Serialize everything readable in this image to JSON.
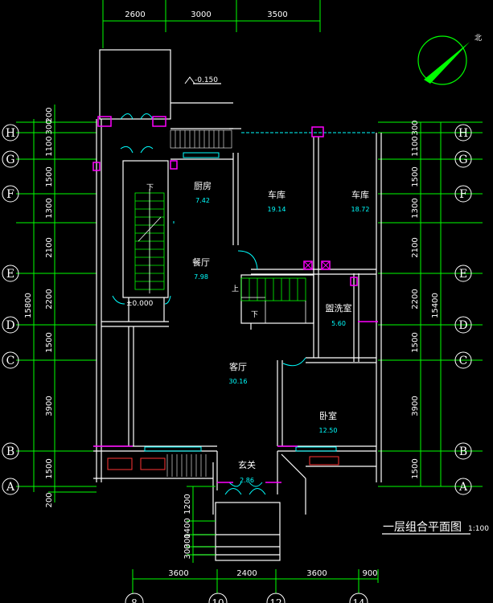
{
  "title": "一层组合平面图",
  "scale": "1:100",
  "north": "北",
  "elevation_outside": "-0.150",
  "elevation_inside": "±0.000",
  "stair_down": "下",
  "stair_up": "上",
  "top_dims": [
    "2600",
    "3000",
    "3500"
  ],
  "bottom_dims": [
    "3600",
    "2400",
    "3600",
    "900"
  ],
  "left_dims": [
    "200",
    "300",
    "1100",
    "1500",
    "1300",
    "2100",
    "2200",
    "1500",
    "3900",
    "1500",
    "200"
  ],
  "left_total": "15800",
  "right_dims": [
    "300",
    "1100",
    "1500",
    "1300",
    "2100",
    "2200",
    "1500",
    "3900",
    "1500"
  ],
  "right_total": "15400",
  "entry_dims": [
    "1200",
    "1400",
    "300",
    "300"
  ],
  "row_axes": [
    "H",
    "G",
    "F",
    "E",
    "D",
    "C",
    "B",
    "A"
  ],
  "col_axes": [
    "8",
    "10",
    "12",
    "14"
  ],
  "rooms": [
    {
      "name": "厨房",
      "area": "7.42"
    },
    {
      "name": "车库",
      "area": "19.14"
    },
    {
      "name": "车库",
      "area": "18.72"
    },
    {
      "name": "餐厅",
      "area": "7.98"
    },
    {
      "name": "盥洗室",
      "area": "5.60"
    },
    {
      "name": "客厅",
      "area": "30.16"
    },
    {
      "name": "卧室",
      "area": "12.50"
    },
    {
      "name": "玄关",
      "area": "2.86"
    }
  ]
}
